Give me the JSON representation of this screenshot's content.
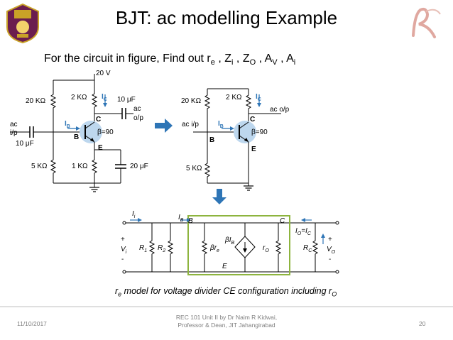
{
  "title": "BJT: ac modelling Example",
  "subtitle": {
    "text": "For the circuit in figure, Find out r",
    "re_sub": "e",
    "zi": ", Z",
    "zi_sub": "i",
    "zo": ", Z",
    "zo_sub": "O",
    "av": ", A",
    "av_sub": "V",
    "ai": ", A",
    "ai_sub": "i"
  },
  "circuit1": {
    "vcc": "20 V",
    "r1": "20 KΩ",
    "rc": "2 KΩ",
    "ic": "I",
    "ic_sub": "C",
    "cout": "10 μF",
    "ac_out": "ac",
    "ac_out2": "o/p",
    "ac_in": "ac",
    "ac_in2": "i/p",
    "cin": "10 μF",
    "ib": "I",
    "ib_sub": "B",
    "b": "B",
    "c": "C",
    "e": "E",
    "beta": "β=90",
    "r2": "5 KΩ",
    "re": "1 KΩ",
    "ce": "20 μF"
  },
  "circuit2": {
    "r1": "20 KΩ",
    "rc": "2 KΩ",
    "ic": "I",
    "ic_sub": "C",
    "ac_out": "ac o/p",
    "ac_in": "ac i/p",
    "ib": "I",
    "ib_sub": "B",
    "b": "B",
    "c": "C",
    "e": "E",
    "beta": "β=90",
    "r2": "5 KΩ"
  },
  "model": {
    "ii": "I",
    "ii_sub": "i",
    "ib": "I",
    "ib_sub": "B",
    "b": "B",
    "c": "C",
    "e": "E",
    "plus_in": "+",
    "vi": "V",
    "vi_sub": "i",
    "minus_in": "-",
    "r1": "R",
    "r1_sub": "1",
    "r2": "R",
    "r2_sub": "2",
    "bre": "βr",
    "bre_sub": "e",
    "bib": "βI",
    "bib_sub": "B",
    "ro": "r",
    "ro_sub": "O",
    "io": "I",
    "io_sub": "O",
    "io_eq": "=I",
    "io_eq_sub": "C",
    "rc": "R",
    "rc_sub": "C",
    "plus_out": "+",
    "vo": "V",
    "vo_sub": "O",
    "minus_out": "-"
  },
  "caption": {
    "pre": "r",
    "pre_sub": "e",
    "text": " model for voltage divider CE configuration including r",
    "post_sub": "O"
  },
  "footer": {
    "date": "11/10/2017",
    "line1": "REC 101 Unit II by Dr Naim R Kidwai,",
    "line2": "Professor & Dean, JIT Jahangirabad",
    "page": "20"
  },
  "colors": {
    "arrow": "#2e75b6",
    "model_box": "#8db43e",
    "transistor": "#bdd7ee",
    "footer": "#7f7f7f"
  }
}
